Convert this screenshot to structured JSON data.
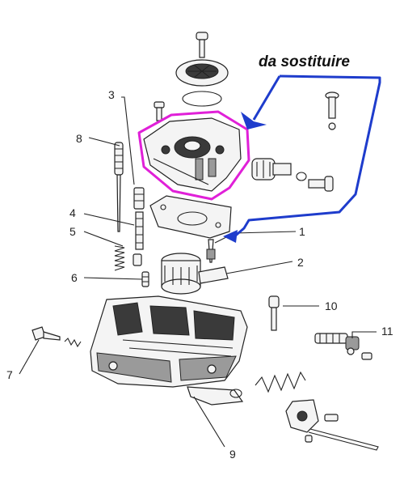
{
  "annotation": {
    "text": "da sostituire",
    "colors": {
      "pointer": "#1e3ccc",
      "highlight": "#e020d8"
    }
  },
  "callouts": {
    "c1": "1",
    "c2": "2",
    "c3": "3",
    "c4": "4",
    "c5": "5",
    "c6": "6",
    "c7": "7",
    "c8": "8",
    "c9": "9",
    "c10": "10",
    "c11": "11"
  }
}
